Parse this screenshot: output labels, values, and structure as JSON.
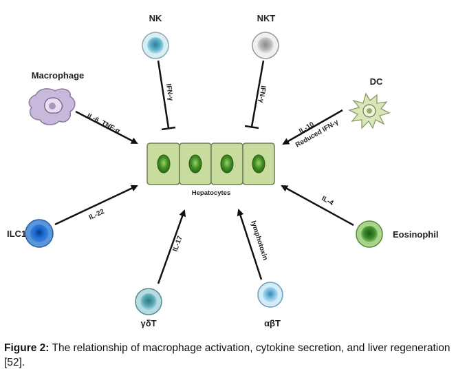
{
  "cells": {
    "nk": "NK",
    "nkt": "NKT",
    "macrophage": "Macrophage",
    "dc": "DC",
    "ilc1": "ILC1",
    "eosinophil": "Eosinophil",
    "gdt": "γδT",
    "abt": "αβT",
    "hepatocytes": "Hepatocytes"
  },
  "cytokines": {
    "nk": "IFN-γ",
    "nkt": "IFN-γ",
    "macrophage": "IL-6, TNF-α",
    "dc_line1": "IL-10",
    "dc_line2": "Reduced IFN-γ",
    "ilc1": "IL-22",
    "eosinophil": "IL-4",
    "gdt": "IL-17",
    "abt": "lymphotoxin"
  },
  "caption": {
    "label": "Figure 2:",
    "text": " The relationship of macrophage activation, cytokine secretion, and liver regeneration [52]."
  },
  "colors": {
    "hepatocyte_fill": "#c8dca0",
    "hepatocyte_nucleus": "#3f8a22",
    "nk_cell": "#8fcfdc",
    "nkt_cell": "#c8c8c8",
    "macrophage": "#c7b8dc",
    "dc": "#d8e6b8",
    "ilc1": "#1f5fbf",
    "eosinophil": "#3c8c2c",
    "gdt_cell": "#5aa8b4",
    "abt_cell": "#7ab8e8"
  }
}
